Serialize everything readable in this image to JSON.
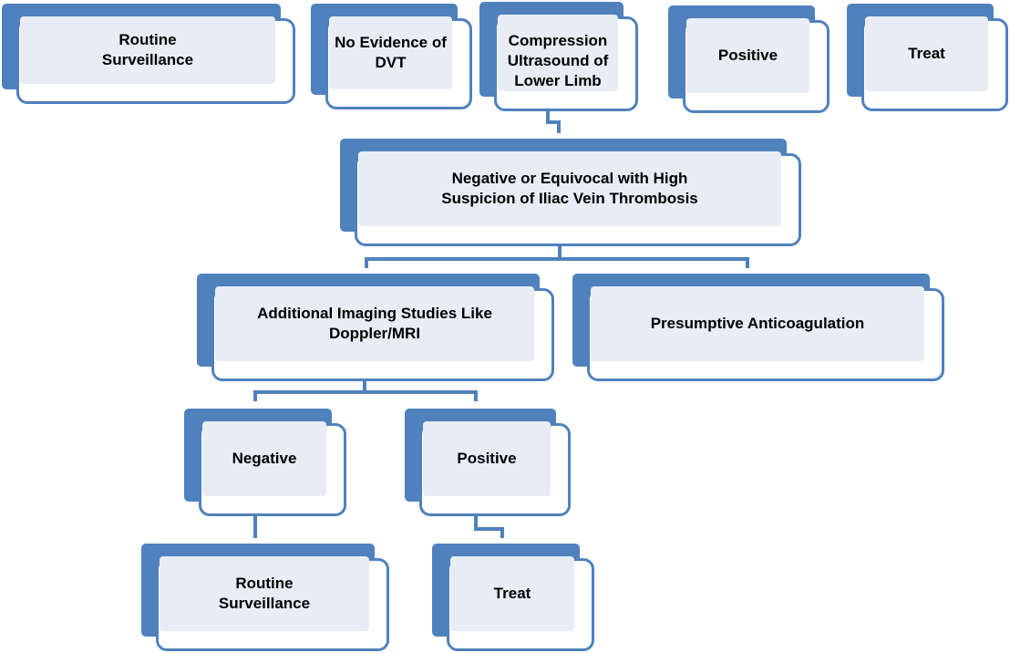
{
  "nodes": {
    "top_routine_surveillance": "Routine\nSurveillance",
    "top_no_evidence_dvt": "No Evidence of\nDVT",
    "compression_ultrasound": "Compression\nUltrasound of\nLower Limb",
    "top_positive": "Positive",
    "top_treat": "Treat",
    "negative_equivocal": "Negative or Equivocal with High\nSuspicion of Iliac Vein Thrombosis",
    "additional_imaging": "Additional Imaging Studies Like\nDoppler/MRI",
    "presumptive_anticoagulation": "Presumptive Anticoagulation",
    "imaging_negative": "Negative",
    "imaging_positive": "Positive",
    "bottom_routine_surveillance": "Routine\nSurveillance",
    "bottom_treat": "Treat"
  },
  "colors": {
    "accent": "#4f81bd",
    "inner_fill": "#e8edf5"
  }
}
